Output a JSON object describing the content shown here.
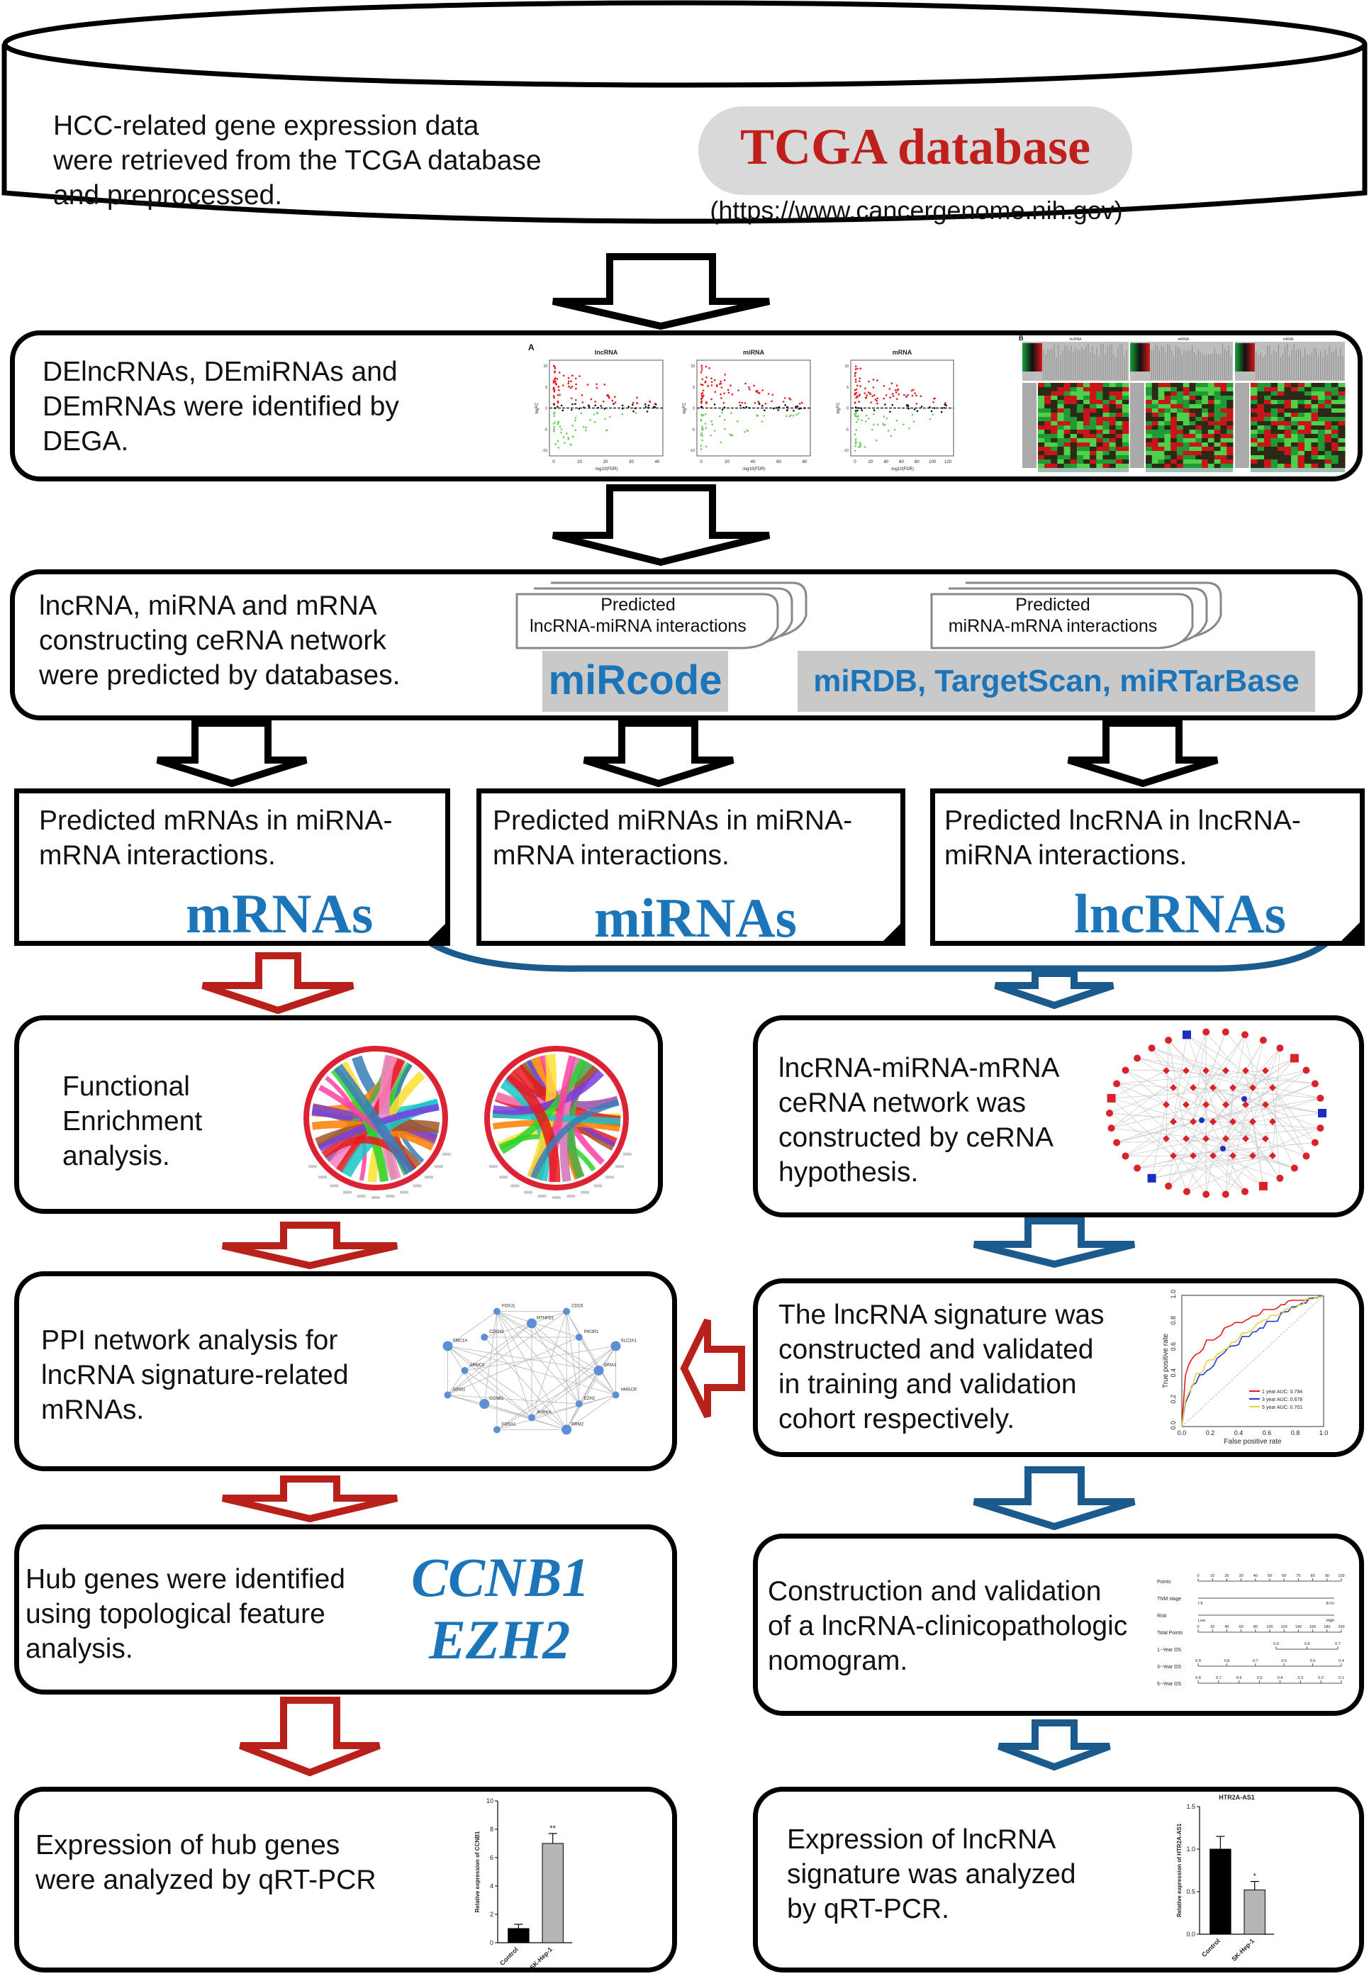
{
  "top": {
    "text_lines": [
      "HCC-related gene expression data",
      "were retrieved from the TCGA  database",
      "and preprocessed."
    ],
    "db_title": "TCGA database",
    "db_url": "(https://www.cancergenome.nih.gov)"
  },
  "dega": {
    "text_lines": [
      "DElncRNAs, DEmiRNAs and",
      "DEmRNAs were identified by",
      "DEGA."
    ],
    "volcano_panel_label": "A",
    "volcano_titles": [
      "lncRNA",
      "miRNA",
      "mRNA"
    ],
    "volcano_xlabel": "-log10(FDR)",
    "volcano_ylabel": "logFC",
    "volcano_xticks": [
      [
        "0",
        "10",
        "20",
        "30",
        "40"
      ],
      [
        "0",
        "20",
        "40",
        "60",
        "80"
      ],
      [
        "0",
        "20",
        "40",
        "60",
        "80",
        "100",
        "120"
      ]
    ],
    "volcano_yticks": [
      "10",
      "5",
      "0",
      "-5",
      "-10"
    ],
    "heatmap_panel_label": "B",
    "heatmap_titles": [
      "lncRNA",
      "miRNA",
      "mRNA"
    ]
  },
  "cerna_predict": {
    "text_lines": [
      "lncRNA, miRNA and mRNA",
      "constructing ceRNA network",
      "were predicted by databases."
    ],
    "stack1_lines": [
      "Predicted",
      "lncRNA-miRNA interactions"
    ],
    "stack2_lines": [
      "Predicted",
      "miRNA-mRNA interactions"
    ],
    "db1": "miRcode",
    "db2": "miRDB, TargetScan, miRTarBase"
  },
  "predicted": [
    {
      "lines": [
        "Predicted mRNAs in miRNA-",
        "mRNA interactions."
      ],
      "label": "mRNAs"
    },
    {
      "lines": [
        "Predicted miRNAs in miRNA-",
        "mRNA interactions."
      ],
      "label": "miRNAs"
    },
    {
      "lines": [
        "Predicted lncRNA in lncRNA-",
        "miRNA interactions."
      ],
      "label": "lncRNAs"
    }
  ],
  "left_steps": [
    {
      "lines": [
        "Functional",
        "Enrichment",
        "analysis."
      ]
    },
    {
      "lines": [
        "PPI network analysis for",
        "lncRNA  signature-related",
        "mRNAs."
      ]
    },
    {
      "lines": [
        "Hub genes were identified",
        "using topological feature",
        "analysis."
      ],
      "genes": [
        "CCNB1",
        "EZH2"
      ]
    },
    {
      "lines": [
        "Expression of hub genes",
        "were analyzed by qRT-PCR"
      ]
    }
  ],
  "right_steps": [
    {
      "lines": [
        "lncRNA-miRNA-mRNA",
        "ceRNA network was",
        "constructed by ceRNA",
        "hypothesis."
      ]
    },
    {
      "lines": [
        "The lncRNA signature was",
        "constructed and validated",
        "in training and validation",
        "cohort respectively."
      ]
    },
    {
      "lines": [
        "Construction and validation",
        "of a lncRNA-clinicopathologic",
        "nomogram."
      ]
    },
    {
      "lines": [
        "Expression of lncRNA",
        "signature was analyzed",
        "by qRT-PCR."
      ]
    }
  ],
  "ppi_genes": [
    "GRIA1",
    "HMGCR",
    "EZH2",
    "RRM2",
    "AURKA",
    "FOXA1",
    "CCNB1",
    "GINS1",
    "ARMC8",
    "SMC1A",
    "CDKN3",
    "FOXJ1",
    "MTHFD1",
    "CDC6",
    "PIK3R1",
    "SLC2A1"
  ],
  "roc": {
    "ylabel": "True positive rate",
    "xlabel": "False positive rate",
    "ticks": [
      "0.0",
      "0.2",
      "0.4",
      "0.6",
      "0.8",
      "1.0"
    ],
    "legend": [
      "1 year AUC: 0.794",
      "3 year AUC: 0.678",
      "5 year AUC: 0.701"
    ],
    "colors": [
      "#e31a1c",
      "#1f3bd6",
      "#e8d33a"
    ]
  },
  "nomogram_rows": [
    "Points",
    "TNM stage",
    "Risk",
    "Total Points",
    "1−Year OS",
    "3−Year OS",
    "5−Year OS"
  ],
  "nomogram_points_ticks": [
    "0",
    "10",
    "20",
    "30",
    "40",
    "50",
    "60",
    "70",
    "80",
    "90",
    "100"
  ],
  "nomogram_row_values": {
    "tnm": [
      "I-II",
      "III-IV"
    ],
    "risk": [
      "Low",
      "High"
    ]
  },
  "nomogram_total_ticks": [
    "0",
    "20",
    "40",
    "60",
    "80",
    "100",
    "120",
    "140",
    "160",
    "180",
    "200"
  ],
  "nomogram_os_ticks": {
    "y1": [
      "0.9",
      "0.8",
      "0.7"
    ],
    "y3": [
      "0.9",
      "0.8",
      "0.7",
      "0.6",
      "0.5",
      "0.4"
    ],
    "y5": [
      "0.8",
      "0.7",
      "0.6",
      "0.5",
      "0.4",
      "0.3",
      "0.2",
      "0.1"
    ]
  },
  "bar_ccnb1": {
    "ylabel": "Relative expression of CCNB1",
    "categories": [
      "Control",
      "SK-Hep-1"
    ],
    "values": [
      1.0,
      7.0
    ],
    "errors": [
      0.3,
      0.7
    ],
    "yticks": [
      "0",
      "2",
      "4",
      "6",
      "8",
      "10"
    ],
    "ylim": [
      0,
      10
    ],
    "sig": "**",
    "colors": [
      "#000000",
      "#b5b5b5"
    ]
  },
  "bar_htr": {
    "title": "HTR2A-AS1",
    "ylabel": "Relative expression of HTR2A-AS1",
    "categories": [
      "Control",
      "SK-Hep-1"
    ],
    "values": [
      1.0,
      0.52
    ],
    "errors": [
      0.15,
      0.1
    ],
    "yticks": [
      "0.0",
      "0.5",
      "1.0",
      "1.5"
    ],
    "ylim": [
      0,
      1.5
    ],
    "sig": "*",
    "colors": [
      "#000000",
      "#b5b5b5"
    ]
  }
}
